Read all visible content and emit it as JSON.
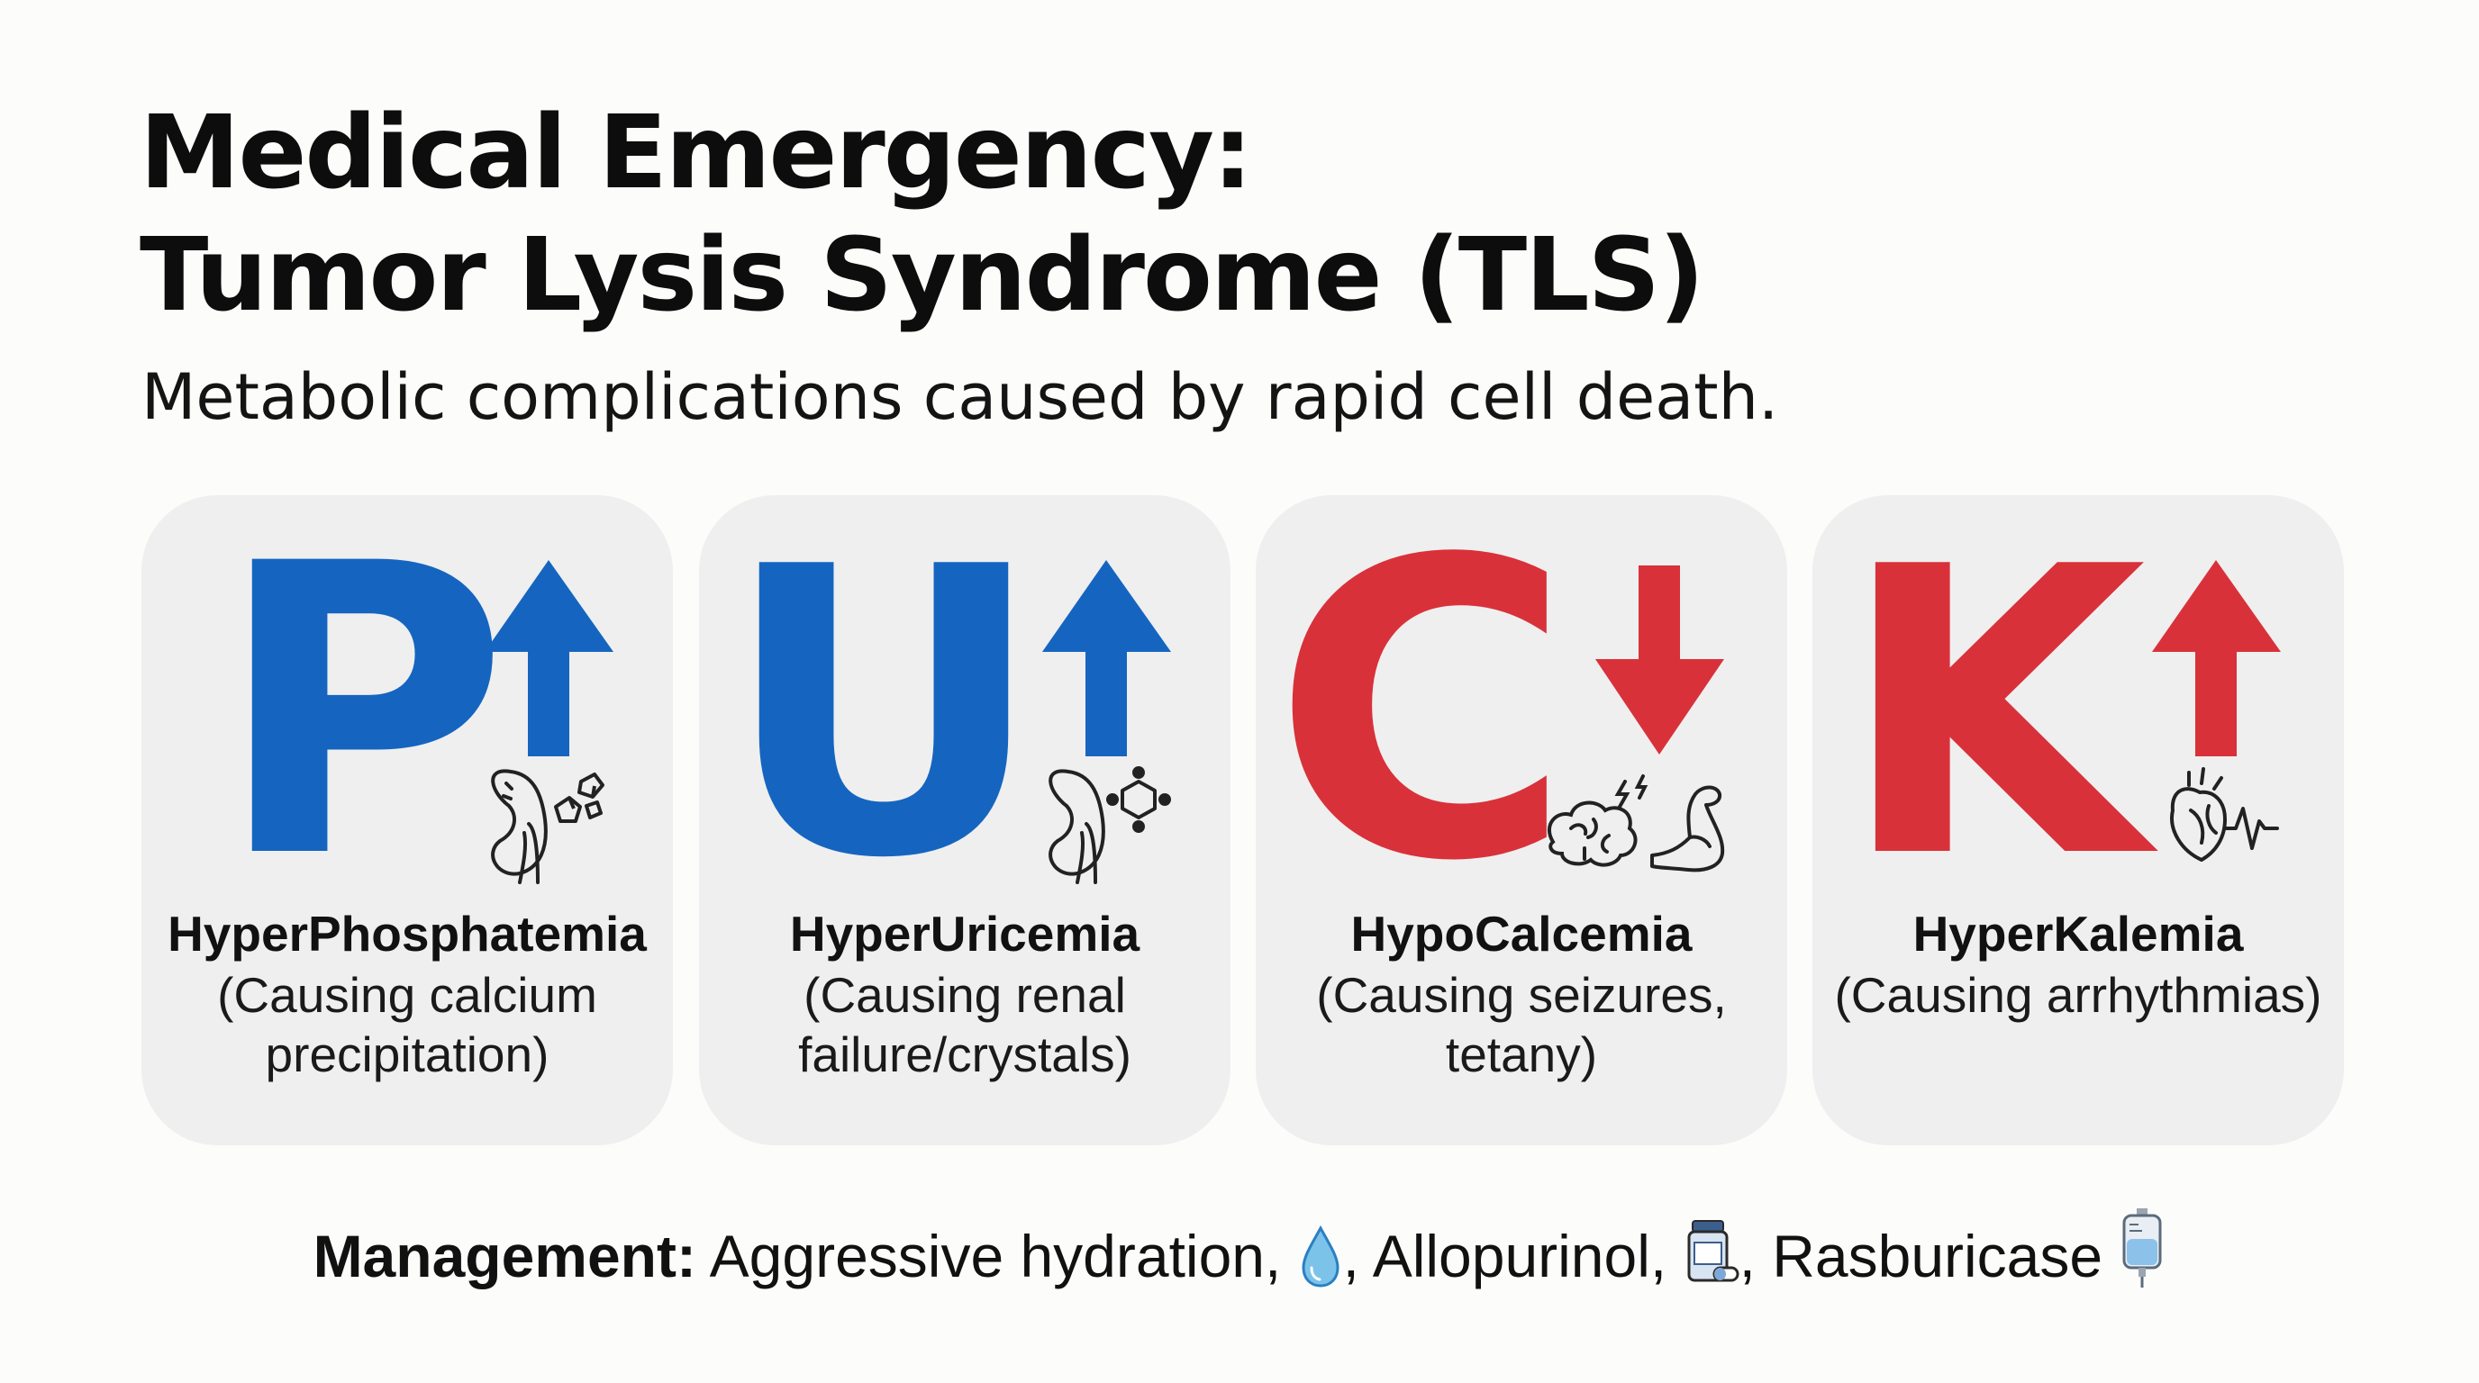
{
  "title": {
    "line1": "Medical Emergency:",
    "line2": "Tumor Lysis Syndrome (TLS)"
  },
  "subtitle": "Metabolic complications caused by rapid cell death.",
  "cards": [
    {
      "letter": "P",
      "direction": "up",
      "color": "#1565c0",
      "icons": [
        "kidney-icon",
        "crystal-icon"
      ],
      "title": "HyperPhosphatemia",
      "desc": "(Causing calcium precipitation)"
    },
    {
      "letter": "U",
      "direction": "up",
      "color": "#1565c0",
      "icons": [
        "kidney-icon",
        "molecule-icon"
      ],
      "title": "HyperUricemia",
      "desc": "(Causing renal failure/crystals)"
    },
    {
      "letter": "C",
      "direction": "down",
      "color": "#d9313a",
      "icons": [
        "brain-icon",
        "muscle-icon"
      ],
      "title": "HypoCalcemia",
      "desc": "(Causing seizures, tetany)"
    },
    {
      "letter": "K",
      "direction": "up",
      "color": "#d9313a",
      "icons": [
        "heart-icon",
        "ecg-icon"
      ],
      "title": "HyperKalemia",
      "desc": "(Causing arrhythmias)"
    }
  ],
  "management": {
    "label": "Management:",
    "item1": "Aggressive hydration,",
    "item2": ", Allopurinol,",
    "item3": ", Rasburicase",
    "icons": [
      "water-drop-icon",
      "medicine-bottle-icon",
      "iv-bag-icon"
    ]
  }
}
